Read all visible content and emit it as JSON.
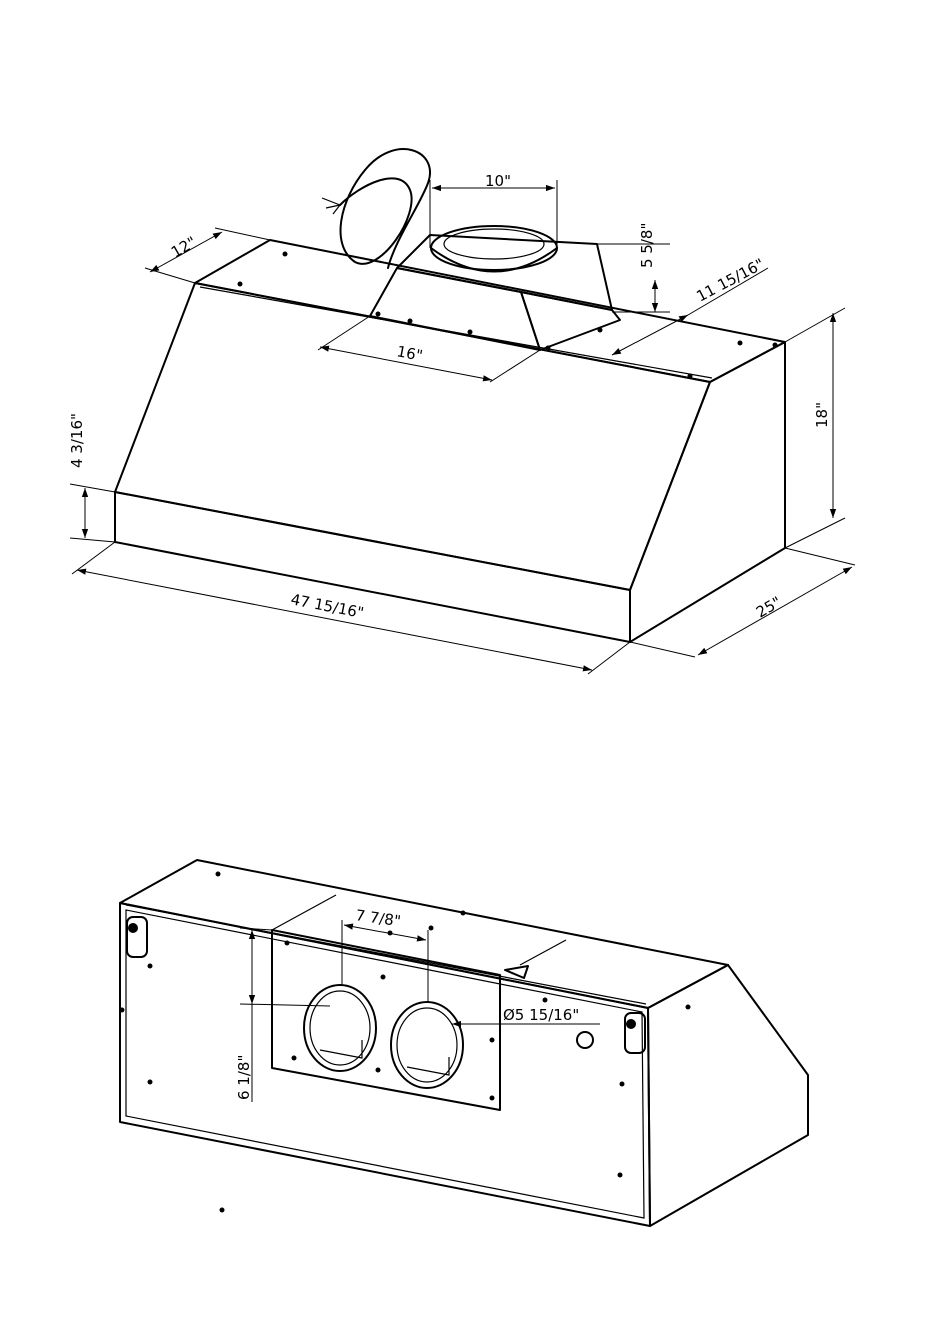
{
  "top_view": {
    "dims": {
      "duct_width": "10\"",
      "duct_height": "5  5/8\"",
      "top_depth": "12\"",
      "duct_offset": "16\"",
      "rear_offset": "11  15/16\"",
      "body_height": "18\"",
      "front_height": "4  3/16\"",
      "width": "47  15/16\"",
      "depth": "25\""
    }
  },
  "rear_view": {
    "dims": {
      "port_spacing": "7  7/8\"",
      "port_diameter": "Ø5  15/16\"",
      "port_height": "6  1/8\""
    }
  }
}
